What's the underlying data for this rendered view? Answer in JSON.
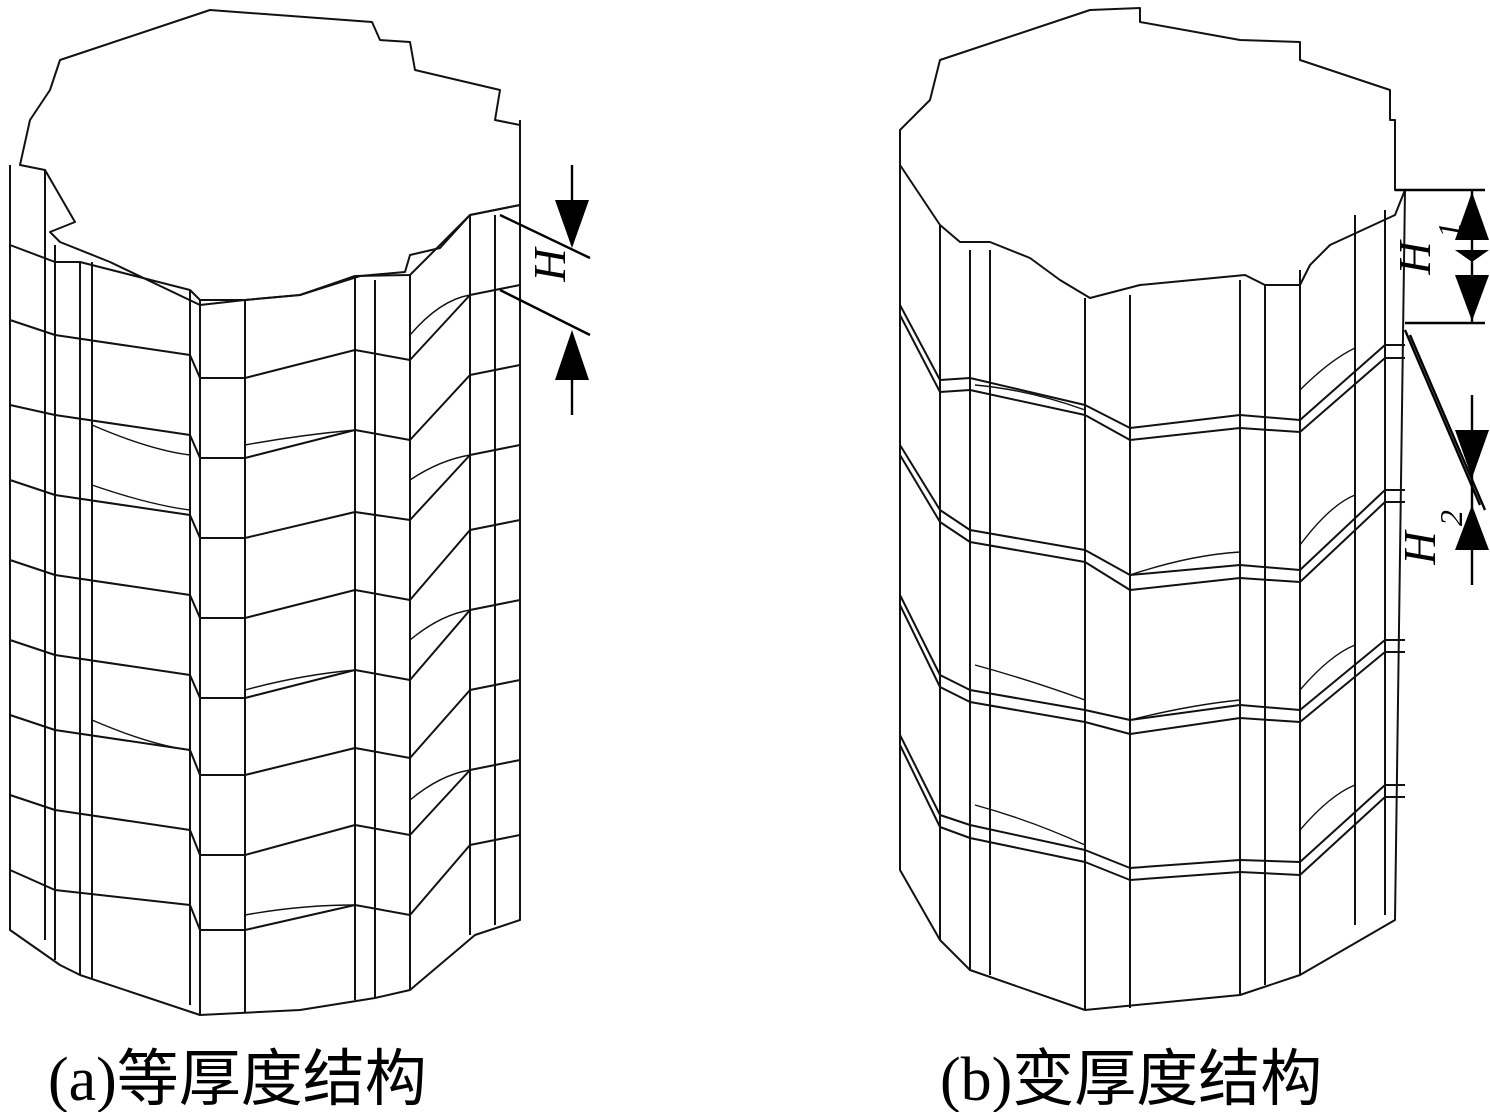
{
  "panels": [
    {
      "caption": "(a)等厚度结构",
      "dimension_labels": [
        "H"
      ]
    },
    {
      "caption": "(b)变厚度结构",
      "dimension_labels": [
        "H",
        "1",
        "H",
        "2"
      ]
    }
  ]
}
